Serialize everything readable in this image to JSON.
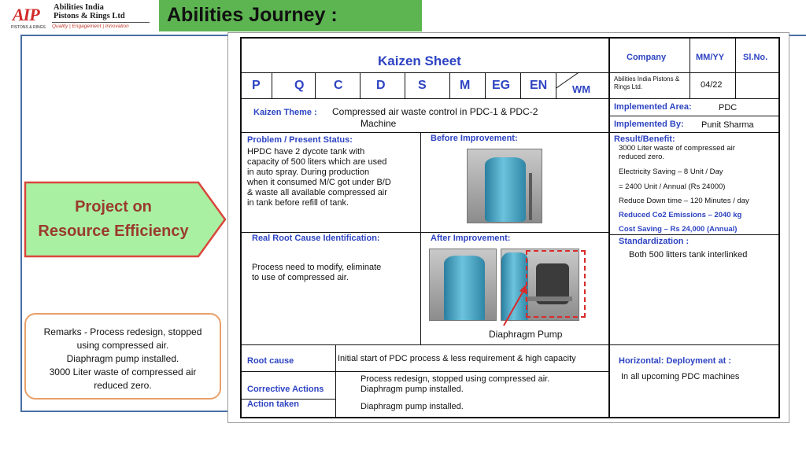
{
  "logo": {
    "mark": "AIP",
    "name_line1": "Abilities India",
    "name_line2": "Pistons & Rings Ltd",
    "tagline": "Quality | Engagement | Innovation",
    "sub": "PISTONS & RINGS"
  },
  "header": {
    "title": "Abilities Journey :"
  },
  "left_panel": {
    "project_line1": "Project on",
    "project_line2": "Resource Efficiency",
    "remarks": [
      "Remarks - Process redesign, stopped",
      "using compressed air.",
      "Diaphragm pump installed.",
      "3000 Liter  waste of compressed air",
      "reduced zero."
    ]
  },
  "sheet": {
    "title": "Kaizen Sheet",
    "pqcdsm": [
      "P",
      "Q",
      "C",
      "D",
      "S",
      "M",
      "EG",
      "EN",
      "WM"
    ],
    "company_label": "Company",
    "mmyy_label": "MM/YY",
    "slno_label": "Sl.No.",
    "company_value": "Abilities India Pistons & Rings Ltd.",
    "mmyy_value": "04/22",
    "slno_value": "",
    "theme_label": "Kaizen Theme :",
    "theme_line1": "Compressed air waste control in PDC-1 & PDC-2",
    "theme_line2": "Machine",
    "implemented_area_label": "Implemented Area:",
    "implemented_area_value": "PDC",
    "implemented_by_label": "Implemented By:",
    "implemented_by_value": "Punit Sharma",
    "problem_label": "Problem / Present Status:",
    "problem_lines": [
      "HPDC have 2 dycote tank with",
      "capacity of 500 liters which are used",
      "in auto spray.  During production",
      "when it consumed M/C got under B/D",
      "& waste all available compressed air",
      "in tank before refill of tank."
    ],
    "before_label": "Before Improvement:",
    "after_label": "After Improvement:",
    "photo_caption": "Diaphragm Pump",
    "result_label": "Result/Benefit:",
    "result_lines": [
      "3000 Liter  waste of compressed air",
      "reduced zero."
    ],
    "electricity_saving": "Electricity Saving – 8 Unit / Day",
    "annual_units": "= 2400 Unit / Annual (Rs 24000)",
    "downtime": "Reduce Down time – 120 Minutes / day",
    "co2": "Reduced Co2 Emissions – 2040 kg",
    "cost_saving": "Cost Saving – Rs 24,000 (Annual)",
    "root_cause_id_label": "Real Root Cause Identification:",
    "root_cause_id_lines": [
      "Process need to modify, eliminate",
      "to use of compressed air."
    ],
    "standardization_label": "Standardization :",
    "standardization_value": "Both 500 litters tank  interlinked",
    "root_cause_label": "Root cause",
    "root_cause_value": "Initial start of PDC process & less requirement & high capacity",
    "corrective_label": "Corrective Actions",
    "corrective_lines": [
      "Process redesign, stopped using compressed air.",
      "Diaphragm pump installed."
    ],
    "action_label": "Action taken",
    "action_value": "Diaphragm pump installed.",
    "horizontal_label": "Horizontal:  Deployment  at  :",
    "horizontal_value": "In all upcoming PDC machines"
  },
  "colors": {
    "accent_green": "#5db551",
    "sheet_blue": "#2e44c2",
    "project_text": "#9a3b2e",
    "arrow_fill": "#a9f0a3",
    "arrow_border": "#d9473b"
  }
}
